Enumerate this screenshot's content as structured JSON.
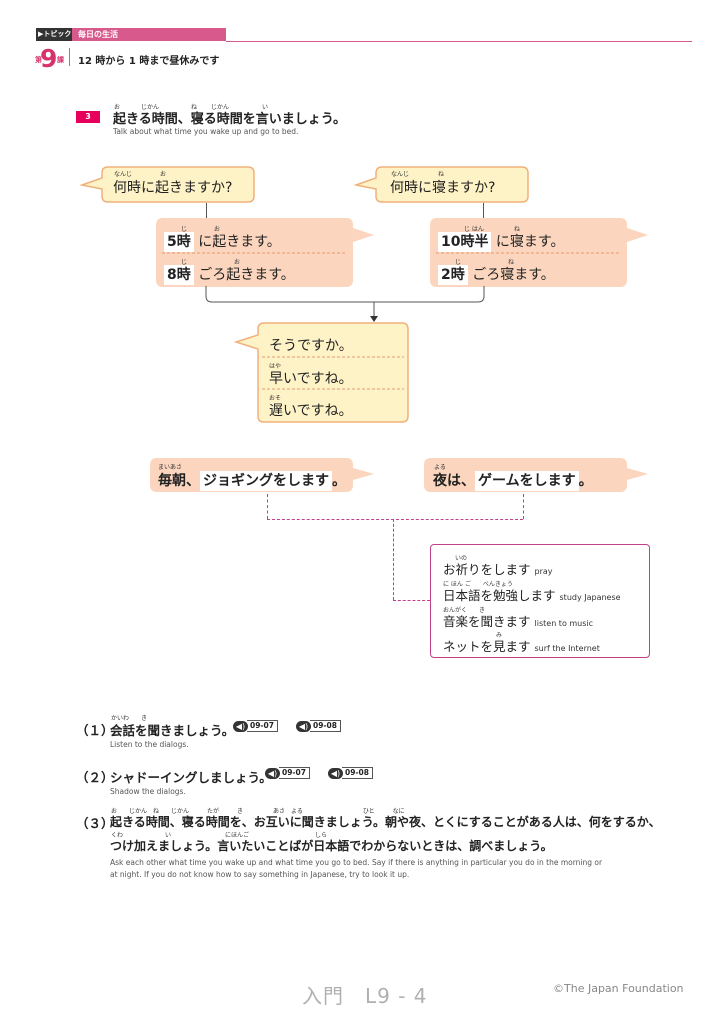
{
  "header": {
    "label": "▶トピック",
    "topic": "毎日の生活",
    "lesson_dai": "第",
    "lesson_number": "9",
    "lesson_ka": "課",
    "lesson_title": "12 時から 1 時まで昼休みです"
  },
  "task": {
    "number": "3",
    "title": "起きる時間、寝る時間を言いましょう。",
    "furigana": [
      "お",
      "じかん",
      "ね",
      "じかん",
      "い"
    ],
    "subtitle": "Talk about what time you wake up and go to bed."
  },
  "left_question": {
    "text": "何時に起きますか?",
    "furi_a": "なんじ",
    "furi_b": "お"
  },
  "right_question": {
    "text": "何時に寝ますか?",
    "furi_a": "なんじ",
    "furi_b": "ね"
  },
  "left_answers": [
    {
      "time": "5時",
      "rest": " に起きます。",
      "furi_a": "じ",
      "furi_b": "お"
    },
    {
      "time": "8時",
      "rest": " ごろ起きます。",
      "furi_a": "じ",
      "furi_b": "お"
    }
  ],
  "right_answers": [
    {
      "time": "10時半",
      "rest": " に寝ます。",
      "furi_a": "じ はん",
      "furi_b": "ね"
    },
    {
      "time": "2時",
      "rest": " ごろ寝ます。",
      "furi_a": "じ",
      "furi_b": "ね"
    }
  ],
  "reactions": [
    {
      "text": "そうですか。",
      "furi": ""
    },
    {
      "text": "早いですね。",
      "furi": "はや"
    },
    {
      "text": "遅いですね。",
      "furi": "おそ"
    }
  ],
  "activity_left": {
    "prefix": "毎朝、",
    "activity": "ジョギングをします",
    "suffix": "。",
    "furi": "まいあさ"
  },
  "activity_right": {
    "prefix": "夜は、",
    "activity": "ゲームをします",
    "suffix": "。",
    "furi": "よる"
  },
  "vocab": [
    {
      "jp": "お祈りをします",
      "en": "pray",
      "furi": "いの"
    },
    {
      "jp": "日本語を勉強します",
      "en": "study Japanese",
      "furi": "に ほん ご　　べんきょう"
    },
    {
      "jp": "音楽を聞きます",
      "en": "listen to music",
      "furi": "おんがく　　き"
    },
    {
      "jp": "ネットを見ます",
      "en": "surf the Internet",
      "furi": "み"
    }
  ],
  "instructions": [
    {
      "num": "（１）",
      "text": "会話を聞きましょう。",
      "furi": "かいわ　　き",
      "en": "Listen to the dialogs.",
      "audio": [
        "09-07",
        "09-08"
      ]
    },
    {
      "num": "（２）",
      "text": "シャドーイングしましょう。",
      "furi": "",
      "en": "Shadow the dialogs.",
      "audio": [
        "09-07",
        "09-08"
      ]
    },
    {
      "num": "（３）",
      "text": "起きる時間、寝る時間を、お互いに聞きましょう。朝や夜、とくにすることがある人は、何をするか、",
      "text2": "つけ加えましょう。言いたいことばが日本語でわからないときは、調べましょう。",
      "furi": "お　　じかん　ね　　じかん　　　たが　　　き　　　　　あさ　よる　　　　　　　　　　ひと　　　なに",
      "furi2": "くわ　　　　　　　い　　　　　　　　　にほんご　　　　　　　　　　　しら",
      "en": "Ask each other what time you wake up and what time you go to bed. Say if there is anything in particular you do in the morning or",
      "en2": "at night. If you do not know how to say something in Japanese, try to look it up."
    }
  ],
  "audio_icon": "speaker-icon",
  "footer": {
    "page": "入門　L9 - 4",
    "copyright": "©The Japan Foundation"
  }
}
